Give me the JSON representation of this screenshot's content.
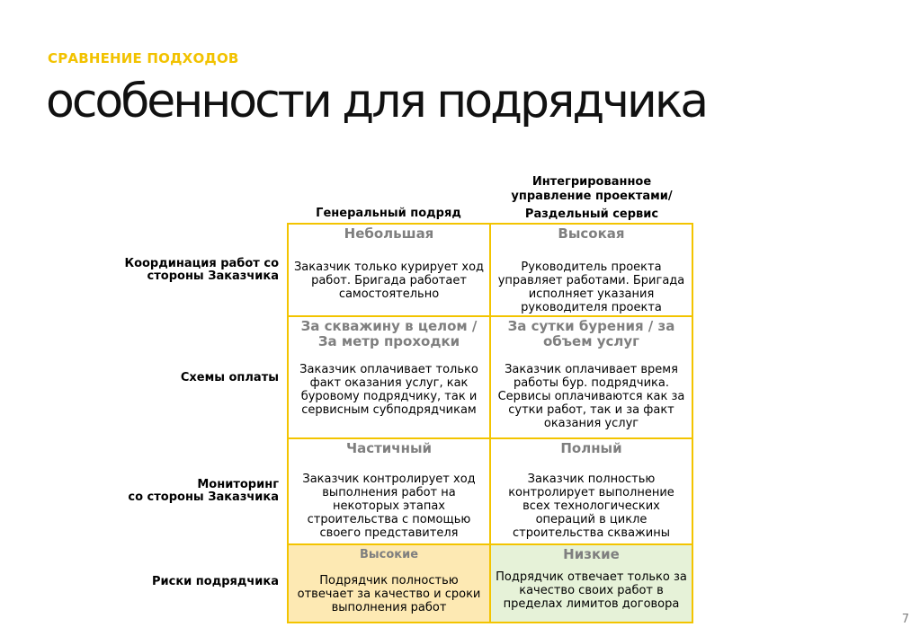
{
  "header": {
    "kicker": "СРАВНЕНИЕ ПОДХОДОВ",
    "title": "особенности для подрядчика"
  },
  "columns": {
    "col1": "Генеральный подряд",
    "col2_line1": "Интегрированное",
    "col2_line2": "управление проектами/",
    "col2_line3": "Раздельный сервис"
  },
  "rows": [
    {
      "label_line1": "Координация работ со",
      "label_line2": "стороны Заказчика",
      "c1_rating": "Небольшая",
      "c1_desc": "Заказчик только курирует ход работ. Бригада работает самостоятельно",
      "c2_rating": "Высокая",
      "c2_desc": "Руководитель проекта управляет работами. Бригада исполняет указания руководителя проекта"
    },
    {
      "label_line1": "Схемы оплаты",
      "c1_rating": "За скважину в целом / За метр проходки",
      "c1_desc": "Заказчик оплачивает только факт оказания услуг, как буровому подрядчику, так и сервисным субподрядчикам",
      "c2_rating": "За сутки бурения / за объем услуг",
      "c2_desc": "Заказчик оплачивает время работы бур. подрядчика. Сервисы оплачиваются как за сутки работ, так и за факт оказания услуг"
    },
    {
      "label_line1": "Мониторинг",
      "label_line2": "со стороны Заказчика",
      "c1_rating": "Частичный",
      "c1_desc": "Заказчик контролирует ход выполнения работ на некоторых этапах строительства с помощью своего представителя",
      "c2_rating": "Полный",
      "c2_desc": "Заказчик полностью контролирует выполнение всех технологических операций в цикле строительства скважины"
    },
    {
      "label_line1": "Риски подрядчика",
      "c1_rating": "Высокие",
      "c1_desc": "Подрядчик полностью отвечает за качество и сроки выполнения работ",
      "c1_bg": "#fde9b3",
      "c2_rating": "Низкие",
      "c2_desc": "Подрядчик отвечает только за качество своих работ в пределах лимитов договора",
      "c2_bg": "#e6f2d8"
    }
  ],
  "footer": {
    "page": "7"
  },
  "colors": {
    "accent": "#f2c200",
    "border": "#f3c400",
    "muted": "#7f7f7f"
  }
}
